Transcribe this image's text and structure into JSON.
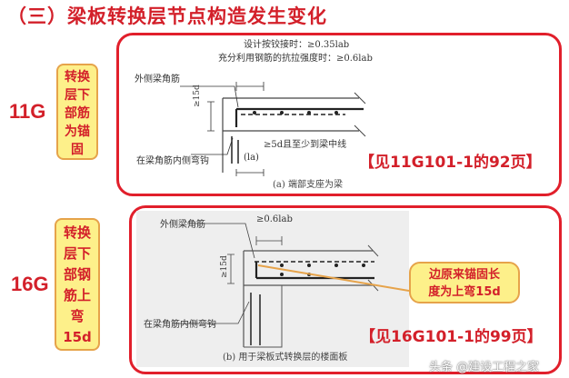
{
  "title": "（三）梁板转换层节点构造发生变化",
  "panel_11g": {
    "side_label": "11G",
    "note_lines": [
      "转换",
      "层下",
      "部筋",
      "为锚",
      "固"
    ],
    "spec_line_1": "设计按铰接时：≥0.35lab",
    "spec_line_2": "充分利用钢筋的抗拉强度时：≥0.6lab",
    "outer_label": "外侧梁角筋",
    "inner_label": "在梁角筋内侧弯钩",
    "anchor_note": "≥5d且至少到梁中线",
    "la_label": "(la)",
    "caption": "(a) 端部支座为梁",
    "reference": "【见11G101-1的92页】",
    "dim_label": "≥15d"
  },
  "panel_16g": {
    "side_label": "16G",
    "note_lines": [
      "转换",
      "层下",
      "部钢",
      "筋上",
      "弯",
      "15d"
    ],
    "spec_line": "≥0.6lab",
    "outer_label": "外侧梁角筋",
    "inner_label": "在梁角筋内侧弯钩",
    "caption": "(b) 用于梁板式转换层的楼面板",
    "callout_lines": [
      "边原来锚固长",
      "度为上弯15d"
    ],
    "reference": "【见16G101-1的99页】",
    "dim_label": "≥15d"
  },
  "watermark": "头条 @建设工程之家"
}
